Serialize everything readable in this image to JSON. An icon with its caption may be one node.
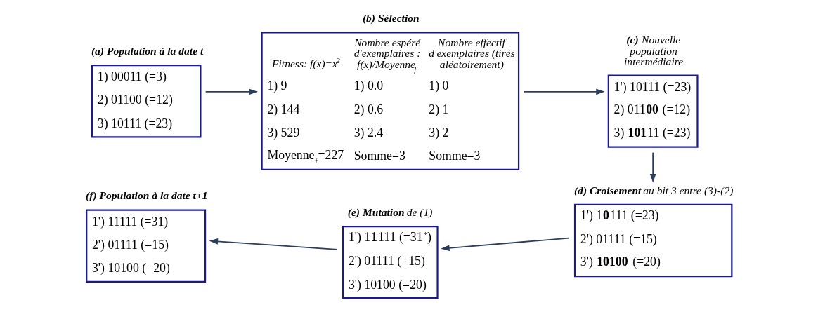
{
  "diagram": {
    "nodes": [
      {
        "text": [
          "(a) Population à la date t",
          "1) 00011 (=3)",
          "2) 01100 (=12)",
          "3) 10111 (=23)"
        ]
      },
      {
        "text": [
          "(b) Sélection",
          "Fitness: f(x)=x$^{2}$",
          "Nombre espéré d'exemplaires : f(x)/Moyenne$_{f}$",
          "Nombre effectif d'exemplaires (tirés aléatoirement)",
          "1) 9",
          "1) 0.0",
          "1) 0",
          "2) 144",
          "2) 0.6",
          "2) 1",
          "3) 529",
          "3) 2.4",
          "3) 2",
          "Moyenne$_{f}$=227",
          "Somme=3",
          "Somme=3"
        ]
      },
      {
        "text": [
          "**(c)** Nouvelle population intermédiaire",
          "1') 10111 (=23)",
          "2) 011**00** (=12)",
          "3) **101**11 (=23)"
        ]
      },
      {
        "text": [
          "**(d) Croisement** au bit 3 entre (3)-(2)",
          "1') 1**0**111 (=23)",
          "2') 01111 (=15)",
          "3') **10100** (=20)"
        ]
      },
      {
        "text": [
          "**(e) Mutation** de (1)",
          "1') 1**1**111 (=31$^{*}$)",
          "2') 01111 (=15)",
          "3') 10100 (=20)"
        ]
      },
      {
        "text": [
          "(f) Population à la date t+1",
          "1') 11111 (=31)",
          "2') 01111 (=15)",
          "3') 10100 (=20)"
        ]
      }
    ],
    "edges": [
      {
        "from": 0,
        "to": 1,
        "arrow": "to"
      },
      {
        "from": 1,
        "to": 2,
        "arrow": "to"
      },
      {
        "from": 2,
        "to": 3,
        "arrow": "to"
      },
      {
        "from": 3,
        "to": 4,
        "arrow": "to"
      },
      {
        "from": 4,
        "to": 5,
        "arrow": "to"
      }
    ]
  }
}
